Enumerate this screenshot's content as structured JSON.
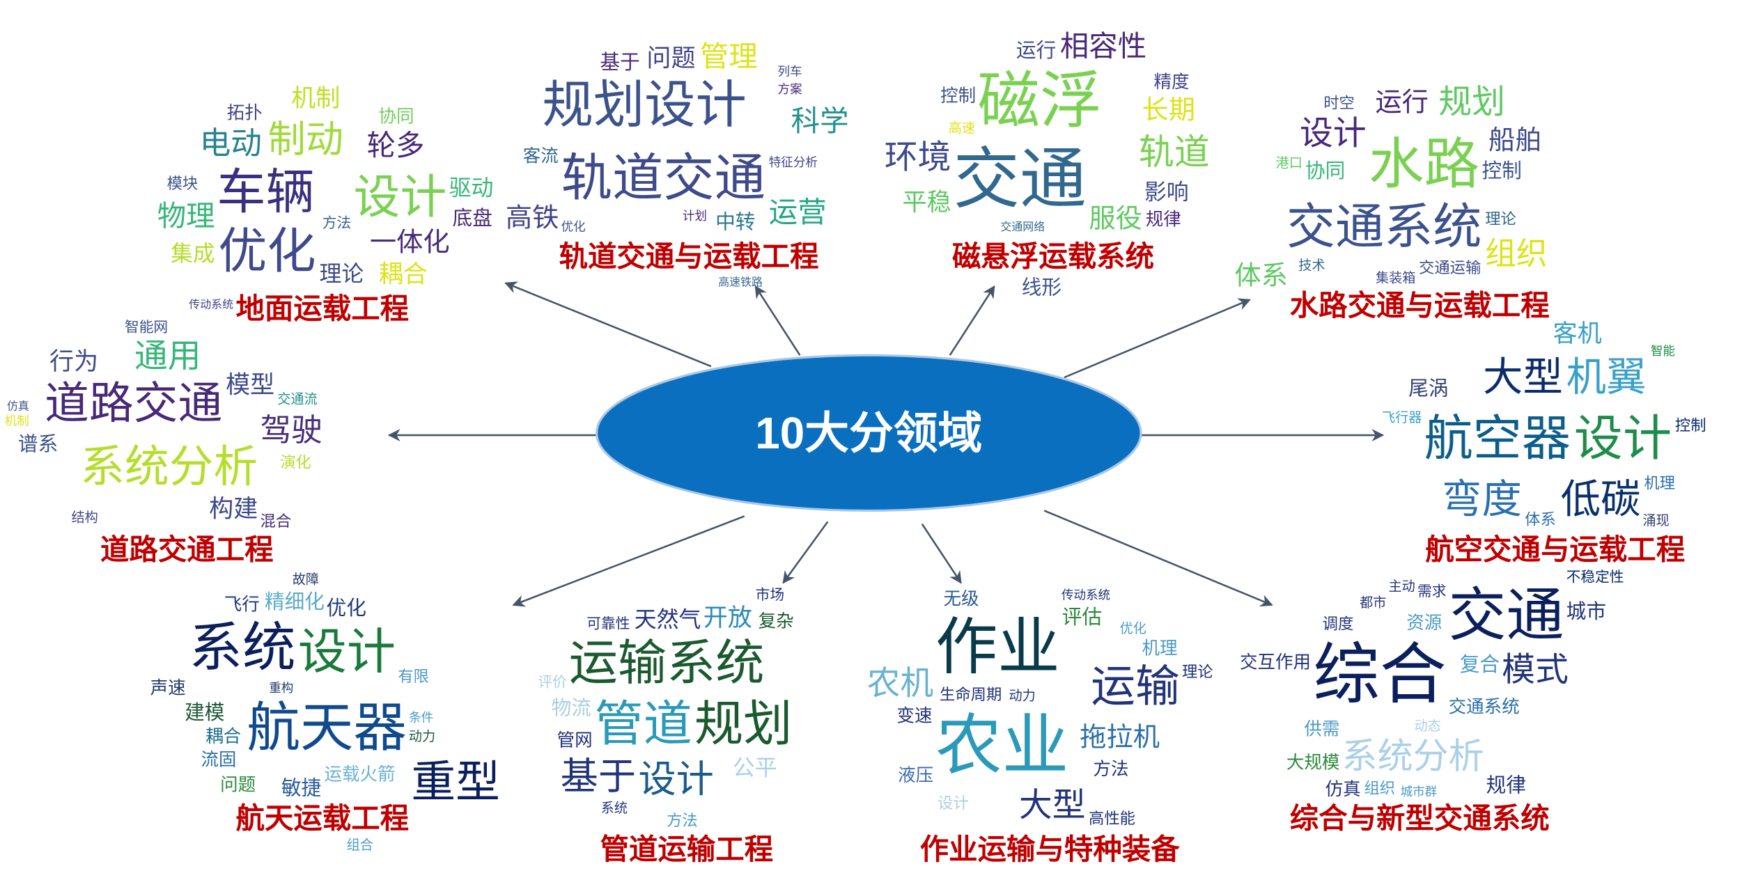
{
  "center": {
    "title": "10大分领域",
    "fill": "#0b6fbf",
    "stroke": "#a9c8e8"
  },
  "label_color": "#c00000",
  "clouds": [
    {
      "id": "ground",
      "label": "地面运载工程",
      "words": [
        {
          "t": "车辆",
          "c": "#3b2f7f"
        },
        {
          "t": "优化",
          "c": "#3e4a89"
        },
        {
          "t": "设计",
          "c": "#7ad151"
        },
        {
          "t": "制动",
          "c": "#a0da39"
        },
        {
          "t": "电动",
          "c": "#26828e"
        },
        {
          "t": "轮多",
          "c": "#482878"
        },
        {
          "t": "物理",
          "c": "#35b779"
        },
        {
          "t": "一体化",
          "c": "#472c7a"
        },
        {
          "t": "集成",
          "c": "#b5de2b"
        },
        {
          "t": "耦合",
          "c": "#dde318"
        },
        {
          "t": "机制",
          "c": "#c2df23"
        },
        {
          "t": "驱动",
          "c": "#35b779"
        },
        {
          "t": "底盘",
          "c": "#482878"
        },
        {
          "t": "理论",
          "c": "#3e4a89"
        },
        {
          "t": "拓扑",
          "c": "#414487"
        },
        {
          "t": "协同",
          "c": "#6ece58"
        },
        {
          "t": "方法",
          "c": "#33638d"
        },
        {
          "t": "传动系统",
          "c": "#414487"
        },
        {
          "t": "模块",
          "c": "#3b528b"
        }
      ]
    },
    {
      "id": "rail",
      "label": "轨道交通与运载工程",
      "words": [
        {
          "t": "规划设计",
          "c": "#3b528b"
        },
        {
          "t": "轨道交通",
          "c": "#3e4a89"
        },
        {
          "t": "管理",
          "c": "#dde318"
        },
        {
          "t": "问题",
          "c": "#414487"
        },
        {
          "t": "基于",
          "c": "#482878"
        },
        {
          "t": "高铁",
          "c": "#414487"
        },
        {
          "t": "运营",
          "c": "#22a884"
        },
        {
          "t": "中转",
          "c": "#2a788e"
        },
        {
          "t": "客流",
          "c": "#31688e"
        },
        {
          "t": "科学",
          "c": "#21918c"
        },
        {
          "t": "特征分析",
          "c": "#414487"
        },
        {
          "t": "高速铁路",
          "c": "#31688e"
        },
        {
          "t": "方案",
          "c": "#482878"
        },
        {
          "t": "列车",
          "c": "#3e4a89"
        },
        {
          "t": "优化",
          "c": "#3b528b"
        },
        {
          "t": "计划",
          "c": "#482878"
        }
      ]
    },
    {
      "id": "maglev",
      "label": "磁悬浮运载系统",
      "words": [
        {
          "t": "磁浮",
          "c": "#7ad151"
        },
        {
          "t": "交通",
          "c": "#31688e"
        },
        {
          "t": "相容性",
          "c": "#482878"
        },
        {
          "t": "运行",
          "c": "#3e4a89"
        },
        {
          "t": "控制",
          "c": "#3b528b"
        },
        {
          "t": "长期",
          "c": "#dde318"
        },
        {
          "t": "轨道",
          "c": "#7ad151"
        },
        {
          "t": "精度",
          "c": "#414487"
        },
        {
          "t": "影响",
          "c": "#3e4a89"
        },
        {
          "t": "规律",
          "c": "#482878"
        },
        {
          "t": "服役",
          "c": "#5ec962"
        },
        {
          "t": "线形",
          "c": "#3b528b"
        },
        {
          "t": "平稳",
          "c": "#5ec962"
        },
        {
          "t": "环境",
          "c": "#3e4a89"
        },
        {
          "t": "高速",
          "c": "#dde318"
        },
        {
          "t": "交通网络",
          "c": "#31688e"
        }
      ]
    },
    {
      "id": "water",
      "label": "水路交通与运载工程",
      "words": [
        {
          "t": "水路",
          "c": "#7ad151"
        },
        {
          "t": "交通系统",
          "c": "#3b528b"
        },
        {
          "t": "规划",
          "c": "#5ec962"
        },
        {
          "t": "运行",
          "c": "#482878"
        },
        {
          "t": "组织",
          "c": "#dde318"
        },
        {
          "t": "体系",
          "c": "#5ec962"
        },
        {
          "t": "设计",
          "c": "#482878"
        },
        {
          "t": "协同",
          "c": "#35b779"
        },
        {
          "t": "控制",
          "c": "#3b528b"
        },
        {
          "t": "理论",
          "c": "#31688e"
        },
        {
          "t": "交通运输",
          "c": "#3e4a89"
        },
        {
          "t": "集装箱",
          "c": "#3e4a89"
        },
        {
          "t": "船舶",
          "c": "#3e4a89"
        },
        {
          "t": "技术",
          "c": "#31688e"
        },
        {
          "t": "时空",
          "c": "#3b528b"
        },
        {
          "t": "港口",
          "c": "#5ec962"
        }
      ]
    },
    {
      "id": "road",
      "label": "道路交通工程",
      "words": [
        {
          "t": "道路交通",
          "c": "#482878"
        },
        {
          "t": "系统分析",
          "c": "#b5de2b"
        },
        {
          "t": "通用",
          "c": "#35b779"
        },
        {
          "t": "模型",
          "c": "#3e4a89"
        },
        {
          "t": "驾驶",
          "c": "#472c7a"
        },
        {
          "t": "行为",
          "c": "#3e4a89"
        },
        {
          "t": "智能网",
          "c": "#3b528b"
        },
        {
          "t": "谱系",
          "c": "#3b528b"
        },
        {
          "t": "构建",
          "c": "#3e4a89"
        },
        {
          "t": "混合",
          "c": "#482878"
        },
        {
          "t": "结构",
          "c": "#414487"
        },
        {
          "t": "交通流",
          "c": "#21918c"
        },
        {
          "t": "演化",
          "c": "#b5de2b"
        },
        {
          "t": "机制",
          "c": "#dde318"
        },
        {
          "t": "仿真",
          "c": "#3b528b"
        }
      ]
    },
    {
      "id": "air",
      "label": "航空交通与运载工程",
      "words": [
        {
          "t": "航空器",
          "c": "#0c5e8a"
        },
        {
          "t": "设计",
          "c": "#1e8c4a"
        },
        {
          "t": "大型",
          "c": "#0b2c6b"
        },
        {
          "t": "机翼",
          "c": "#3aa0c8"
        },
        {
          "t": "弯度",
          "c": "#2a6fb0"
        },
        {
          "t": "低碳",
          "c": "#08306b"
        },
        {
          "t": "客机",
          "c": "#3aa0c8"
        },
        {
          "t": "尾涡",
          "c": "#333f6b"
        },
        {
          "t": "机理",
          "c": "#2a6fb0"
        },
        {
          "t": "不稳定性",
          "c": "#0b2c6b"
        },
        {
          "t": "体系",
          "c": "#2a6fb0"
        },
        {
          "t": "控制",
          "c": "#0b2c6b"
        },
        {
          "t": "涌现",
          "c": "#333f6b"
        },
        {
          "t": "飞行器",
          "c": "#3aa0c8"
        },
        {
          "t": "智能",
          "c": "#1e8c4a"
        }
      ]
    },
    {
      "id": "space",
      "label": "航天运载工程",
      "words": [
        {
          "t": "航天器",
          "c": "#104a8c"
        },
        {
          "t": "系统",
          "c": "#0a1f5c"
        },
        {
          "t": "设计",
          "c": "#1a7a3a"
        },
        {
          "t": "重型",
          "c": "#0a1f5c"
        },
        {
          "t": "精细化",
          "c": "#5aa9c9"
        },
        {
          "t": "优化",
          "c": "#1f3a7a"
        },
        {
          "t": "耦合",
          "c": "#1a6d8c"
        },
        {
          "t": "飞行",
          "c": "#1f3a7a"
        },
        {
          "t": "声速",
          "c": "#233a6b"
        },
        {
          "t": "建模",
          "c": "#1e5a3a"
        },
        {
          "t": "流固",
          "c": "#2a6fa6"
        },
        {
          "t": "运载火箭",
          "c": "#6ab2d4"
        },
        {
          "t": "问题",
          "c": "#2a8a3a"
        },
        {
          "t": "敏捷",
          "c": "#2a5a9a"
        },
        {
          "t": "有限",
          "c": "#4a9ac7"
        },
        {
          "t": "故障",
          "c": "#233a6b"
        },
        {
          "t": "动力",
          "c": "#1e5a3a"
        },
        {
          "t": "组合",
          "c": "#4a9ac7"
        },
        {
          "t": "重构",
          "c": "#233a6b"
        },
        {
          "t": "条件",
          "c": "#4a9ac7"
        }
      ]
    },
    {
      "id": "pipe",
      "label": "管道运输工程",
      "words": [
        {
          "t": "运输系统",
          "c": "#1a5a2e"
        },
        {
          "t": "管道",
          "c": "#2a9ab8"
        },
        {
          "t": "规划",
          "c": "#1a5a2e"
        },
        {
          "t": "基于",
          "c": "#22337a"
        },
        {
          "t": "设计",
          "c": "#1a5a8c"
        },
        {
          "t": "天然气",
          "c": "#22337a"
        },
        {
          "t": "开放",
          "c": "#2a8ab8"
        },
        {
          "t": "复杂",
          "c": "#1a5a2e"
        },
        {
          "t": "可靠性",
          "c": "#22337a"
        },
        {
          "t": "市场",
          "c": "#22337a"
        },
        {
          "t": "物流",
          "c": "#aad0e0"
        },
        {
          "t": "管网",
          "c": "#22337a"
        },
        {
          "t": "公平",
          "c": "#aad0e8"
        },
        {
          "t": "系统",
          "c": "#22337a"
        },
        {
          "t": "方法",
          "c": "#4a9ac7"
        },
        {
          "t": "评价",
          "c": "#aad0e0"
        }
      ]
    },
    {
      "id": "operation",
      "label": "作业运输与特种装备",
      "words": [
        {
          "t": "作业",
          "c": "#083a4a"
        },
        {
          "t": "农业",
          "c": "#2a9ab8"
        },
        {
          "t": "运输",
          "c": "#22337a"
        },
        {
          "t": "农机",
          "c": "#6ab2d4"
        },
        {
          "t": "拖拉机",
          "c": "#2a6fa6"
        },
        {
          "t": "大型",
          "c": "#22337a"
        },
        {
          "t": "评估",
          "c": "#2a8a3a"
        },
        {
          "t": "无级",
          "c": "#2a5a9a"
        },
        {
          "t": "生命周期",
          "c": "#22337a"
        },
        {
          "t": "机理",
          "c": "#4a9ac7"
        },
        {
          "t": "理论",
          "c": "#22337a"
        },
        {
          "t": "变速",
          "c": "#22337a"
        },
        {
          "t": "液压",
          "c": "#3a6ab0"
        },
        {
          "t": "方法",
          "c": "#22337a"
        },
        {
          "t": "高性能",
          "c": "#22337a"
        },
        {
          "t": "优化",
          "c": "#4a9ac7"
        },
        {
          "t": "设计",
          "c": "#aad0e0"
        },
        {
          "t": "传动系统",
          "c": "#22337a"
        },
        {
          "t": "动力",
          "c": "#22337a"
        }
      ]
    },
    {
      "id": "integrated",
      "label": "综合与新型交通系统",
      "words": [
        {
          "t": "综合",
          "c": "#0a1f5c"
        },
        {
          "t": "交通",
          "c": "#0a1f5c"
        },
        {
          "t": "模式",
          "c": "#22337a"
        },
        {
          "t": "系统分析",
          "c": "#aad0e8"
        },
        {
          "t": "交通系统",
          "c": "#2a6fa6"
        },
        {
          "t": "城市",
          "c": "#22337a"
        },
        {
          "t": "复合",
          "c": "#4a9ac7"
        },
        {
          "t": "资源",
          "c": "#4a9ac7"
        },
        {
          "t": "调度",
          "c": "#22337a"
        },
        {
          "t": "供需",
          "c": "#4a9ac7"
        },
        {
          "t": "大规模",
          "c": "#2a8a3a"
        },
        {
          "t": "仿真",
          "c": "#22337a"
        },
        {
          "t": "组织",
          "c": "#4a9ac7"
        },
        {
          "t": "规律",
          "c": "#22337a"
        },
        {
          "t": "主动",
          "c": "#22337a"
        },
        {
          "t": "都市",
          "c": "#22337a"
        },
        {
          "t": "需求",
          "c": "#22337a"
        },
        {
          "t": "交互作用",
          "c": "#22337a"
        },
        {
          "t": "城市群",
          "c": "#4a9ac7"
        },
        {
          "t": "动态",
          "c": "#aad0e8"
        }
      ]
    }
  ]
}
